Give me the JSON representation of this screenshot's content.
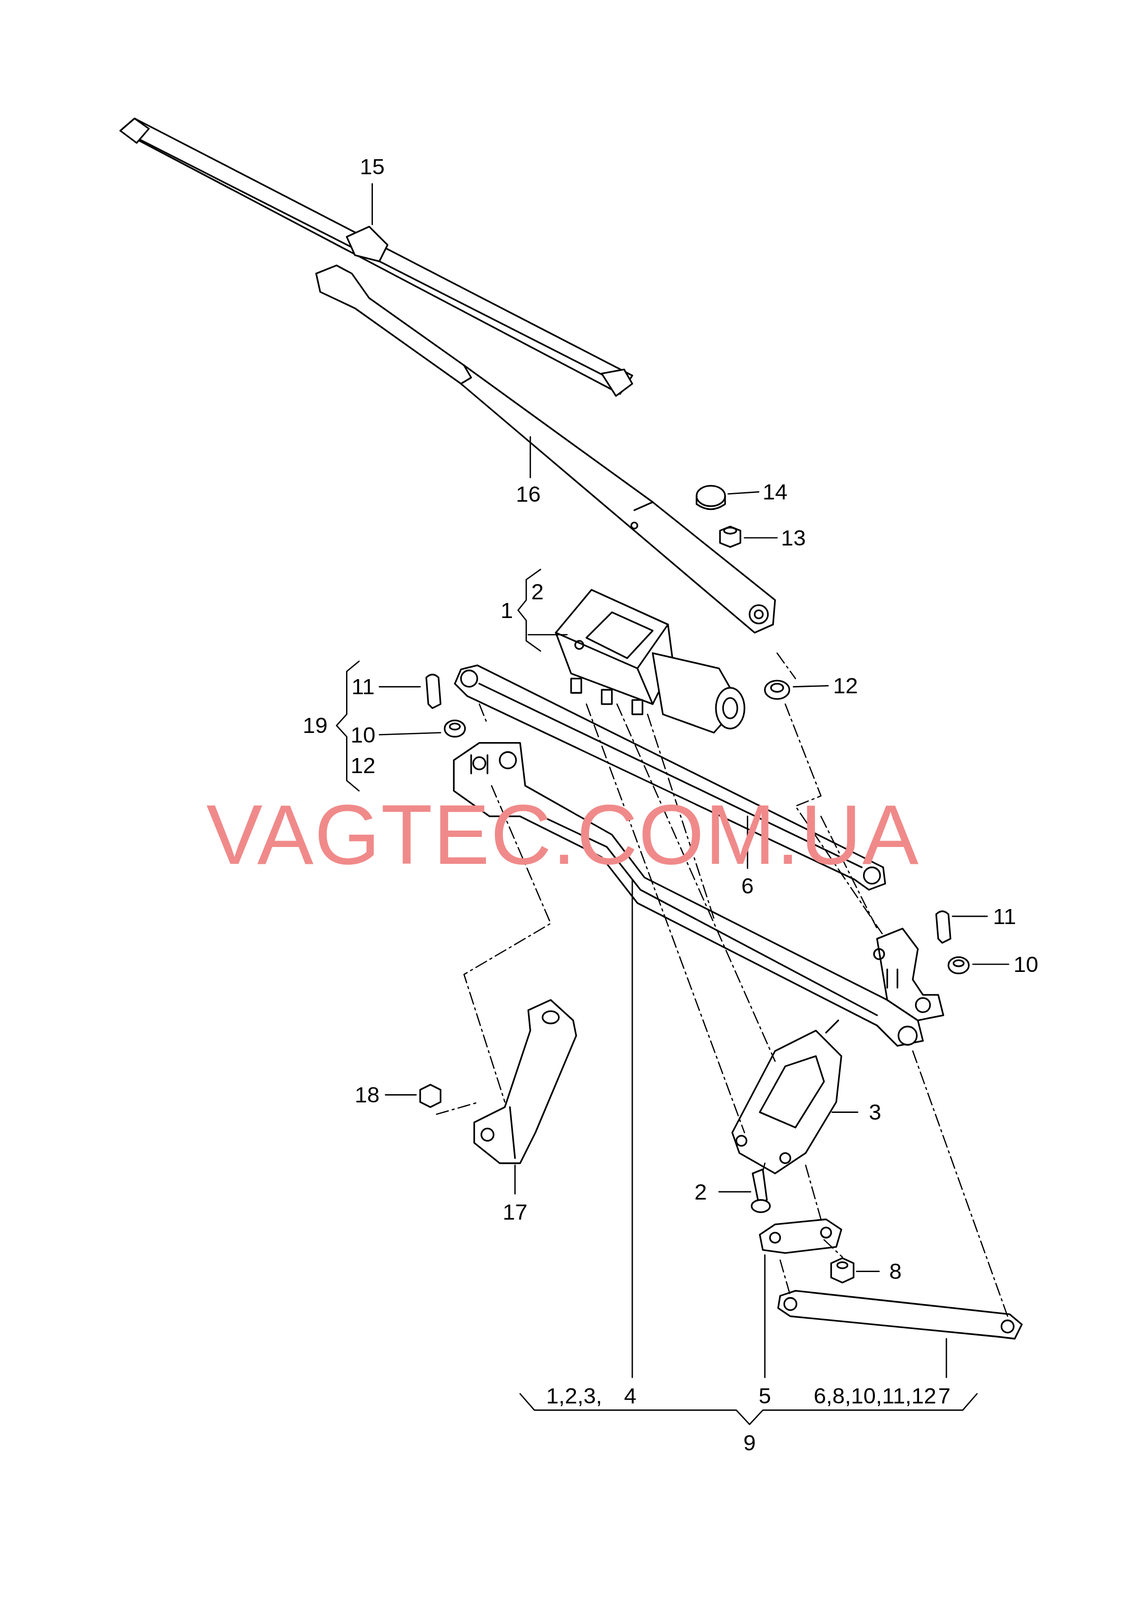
{
  "diagram": {
    "labels": [
      "15",
      "16",
      "14",
      "13",
      "2",
      "1",
      "12",
      "11",
      "19",
      "10",
      "12",
      "VAGTEC.COM.UA",
      "6",
      "11",
      "10",
      "3",
      "18",
      "2",
      "17",
      "8",
      "1,2,3,",
      "4",
      "5",
      "6,8,10,11,12",
      "7",
      "9"
    ]
  }
}
